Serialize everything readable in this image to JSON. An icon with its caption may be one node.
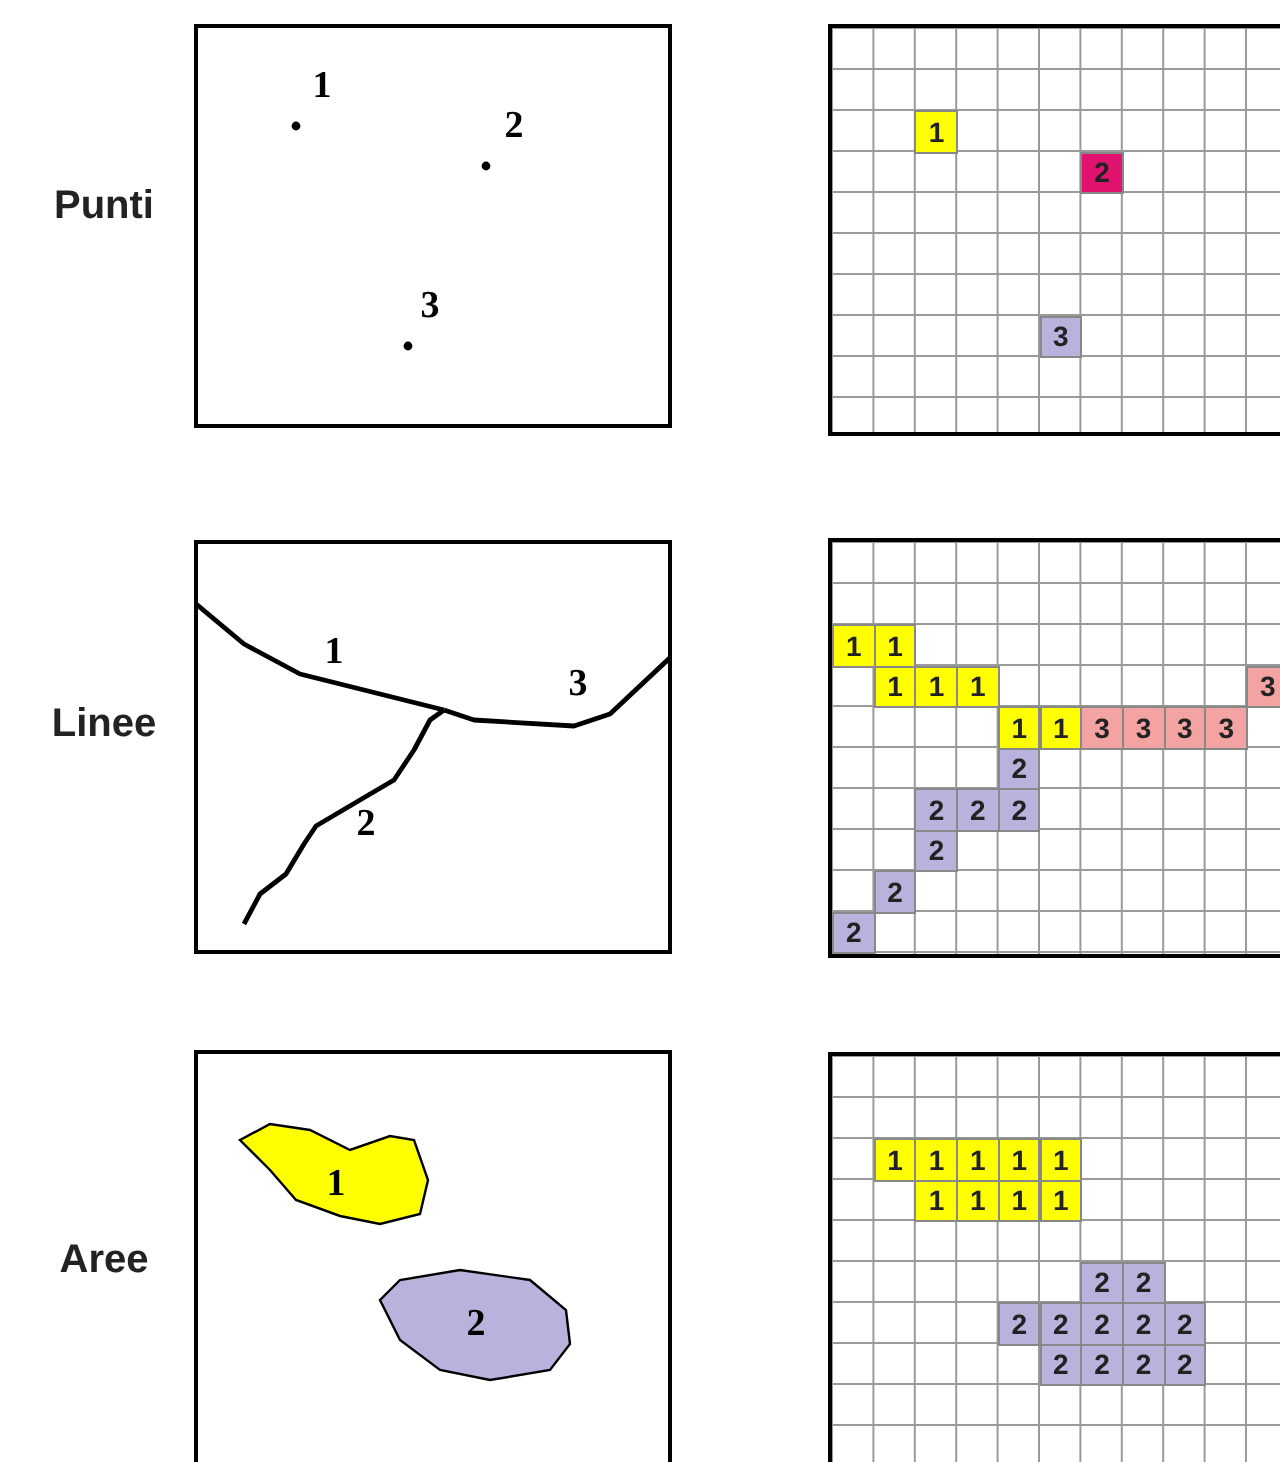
{
  "diagram": {
    "nodes": [
      {
        "text": [
          "1",
          "2",
          "3"
        ]
      },
      {
        "text": [
          "1",
          "2",
          "3"
        ]
      },
      {
        "text": [
          "1",
          "2",
          "3"
        ]
      },
      {
        "text": [
          "1",
          "1",
          "1",
          "1",
          "1",
          "3",
          "1",
          "1",
          "3",
          "3",
          "3",
          "3",
          "2",
          "2",
          "2",
          "2",
          "2",
          "2",
          "2"
        ]
      },
      {
        "text": [
          "1",
          "2"
        ]
      },
      {
        "text": [
          "1",
          "1",
          "1",
          "1",
          "1",
          "1",
          "1",
          "1",
          "1",
          "2",
          "2",
          "2",
          "2",
          "2",
          "2",
          "2",
          "2",
          "2",
          "2",
          "2"
        ]
      }
    ],
    "labels": [
      "Punti",
      "Linee",
      "Aree"
    ]
  }
}
